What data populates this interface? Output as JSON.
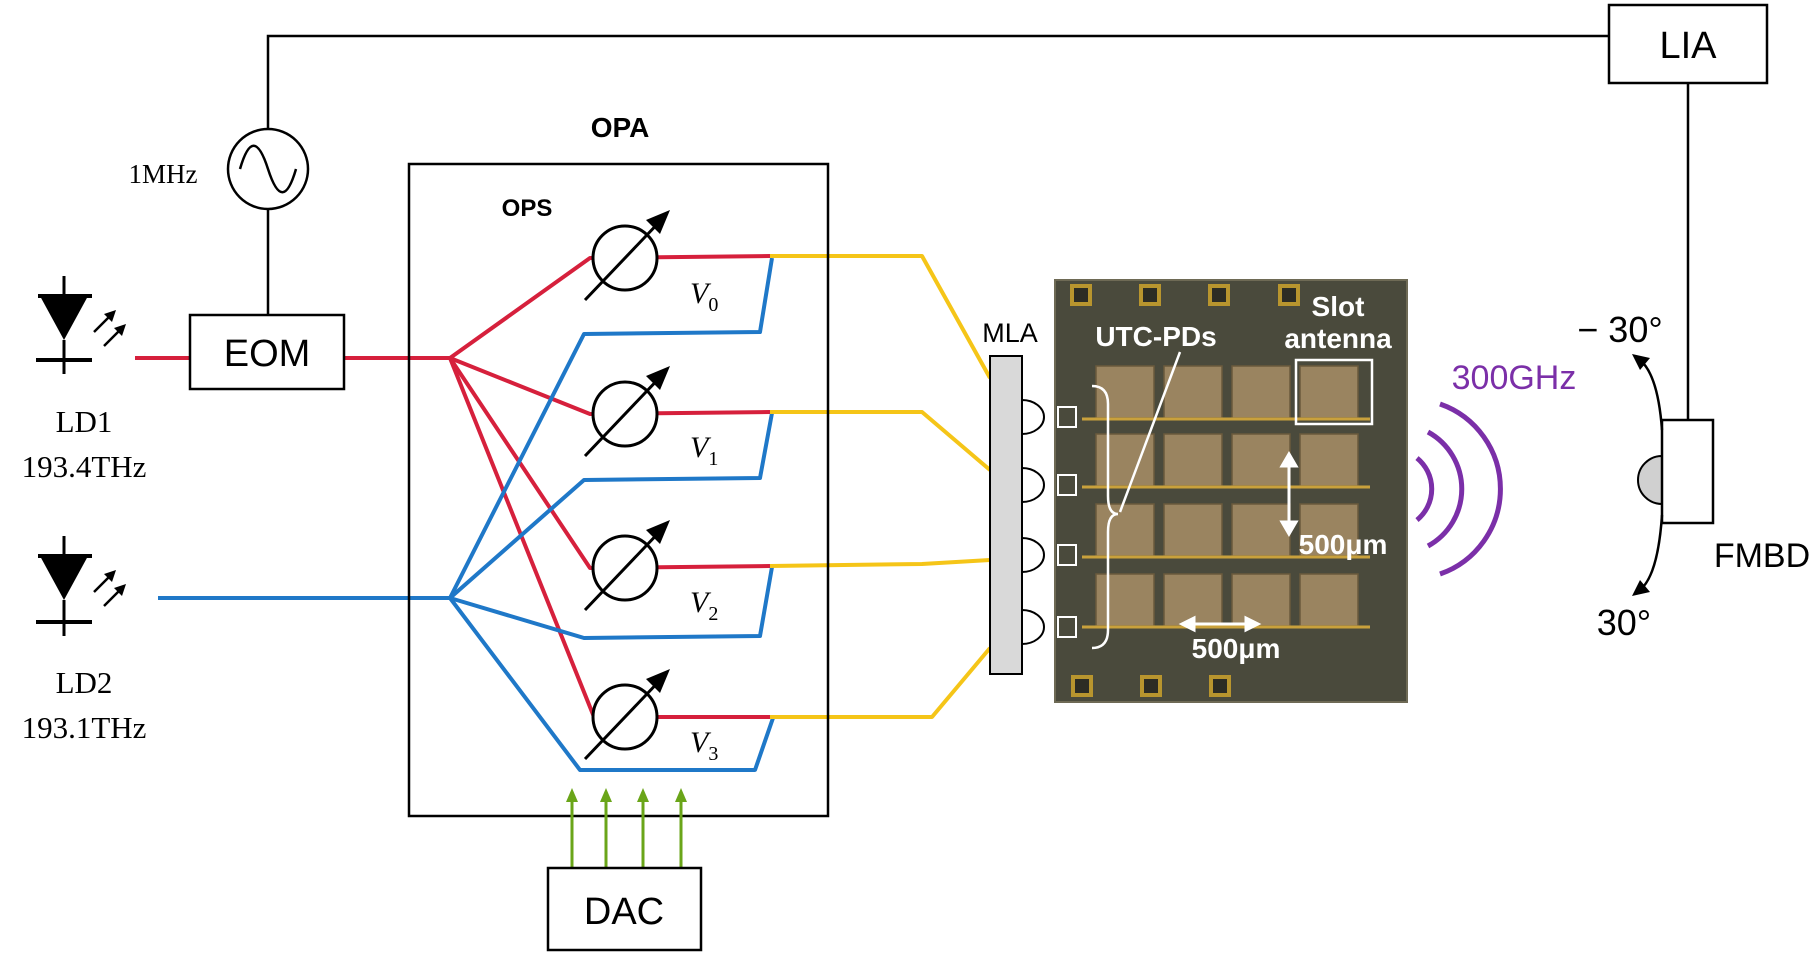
{
  "labels": {
    "lia": "LIA",
    "freq_1mhz": "1MHz",
    "opa": "OPA",
    "ops": "OPS",
    "eom": "EOM",
    "dac": "DAC",
    "mla": "MLA",
    "ld1_name": "LD1",
    "ld1_freq": "193.4THz",
    "ld2_name": "LD2",
    "ld2_freq": "193.1THz",
    "utc_pds": "UTC-PDs",
    "slot": "Slot",
    "antenna": "antenna",
    "dim_vertical": "500μm",
    "dim_horizontal": "500μm",
    "thz": "300GHz",
    "angle_neg": "− 30°",
    "angle_pos": "30°",
    "fmbd": "FMBD"
  },
  "voltages": [
    {
      "main": "V",
      "sub": "0"
    },
    {
      "main": "V",
      "sub": "1"
    },
    {
      "main": "V",
      "sub": "2"
    },
    {
      "main": "V",
      "sub": "3"
    }
  ],
  "colors": {
    "ld1_path": "#d6203c",
    "ld2_path": "#1f78c8",
    "output_path": "#f5c518",
    "dac_control": "#6aa519",
    "thz_wave": "#7b2fa8",
    "chip_bg": "#4a4a3c",
    "pad_gold": "#b8952e"
  }
}
